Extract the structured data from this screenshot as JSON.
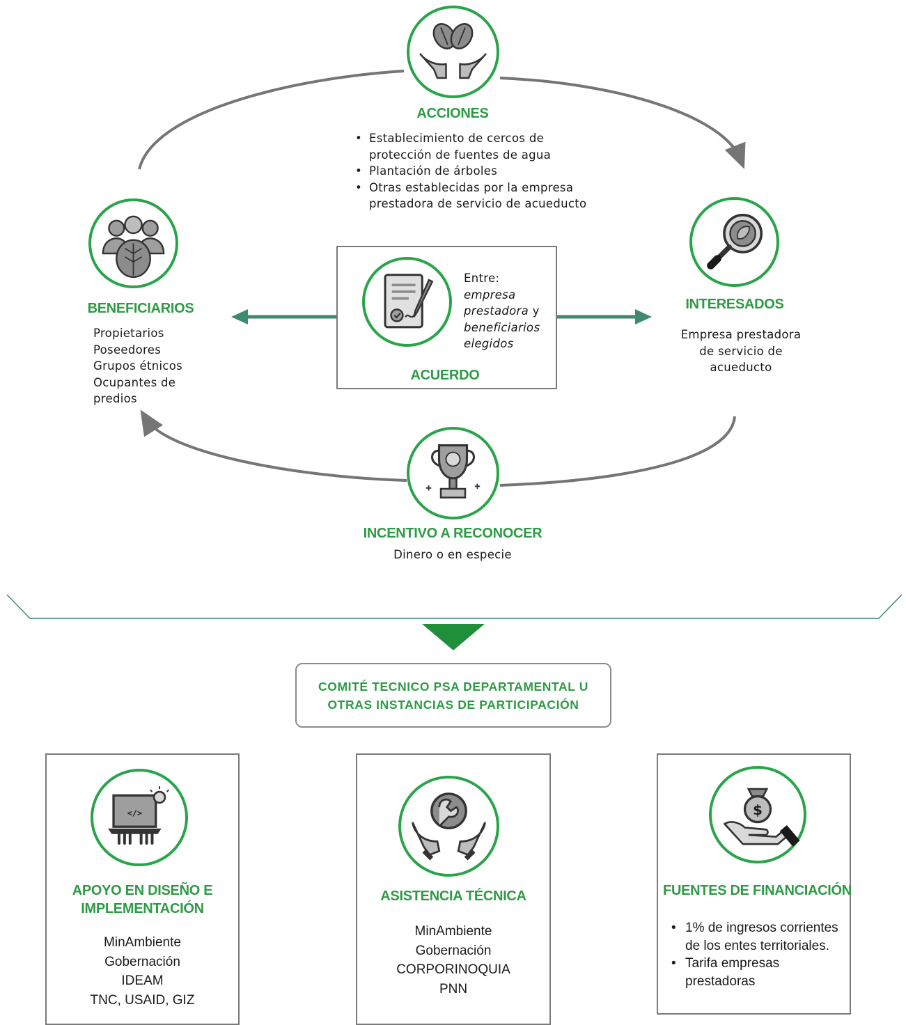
{
  "acciones": {
    "title": "ACCIONES",
    "items": [
      [
        "Establecimiento de cercos de",
        "protección de fuentes de agua"
      ],
      [
        "Plantación de árboles"
      ],
      [
        "Otras establecidas por la empresa",
        "prestadora de servicio de acueducto"
      ]
    ],
    "icon": "hands-leaves-icon"
  },
  "beneficiarios": {
    "title": "BENEFICIARIOS",
    "items": [
      "Propietarios",
      "Poseedores",
      "Grupos étnicos",
      "Ocupantes de",
      "predios"
    ],
    "icon": "people-leaf-icon"
  },
  "interesados": {
    "title": "INTERESADOS",
    "lines": [
      "Empresa prestadora",
      "de servicio de",
      "acueducto"
    ],
    "icon": "magnifier-leaf-icon"
  },
  "acuerdo": {
    "title": "ACUERDO",
    "entre": "Entre:",
    "lines": [
      {
        "text": "empresa",
        "italic": true
      },
      {
        "text": "prestadora",
        "italic": true,
        "suffix": " y"
      },
      {
        "text": "beneficiarios",
        "italic": true
      },
      {
        "text": "elegidos",
        "italic": true
      }
    ],
    "icon": "contract-pen-icon"
  },
  "incentivo": {
    "title": "INCENTIVO A RECONOCER",
    "subtitle": "Dinero o en especie",
    "icon": "trophy-icon"
  },
  "committee": {
    "lines": [
      "COMITÉ TECNICO PSA DEPARTAMENTAL U",
      "OTRAS INSTANCIAS DE PARTICIPACIÓN"
    ]
  },
  "apoyo": {
    "title_lines": [
      "APOYO EN DISEÑO E",
      "IMPLEMENTACIÓN"
    ],
    "items": [
      "MinAmbiente",
      "Gobernación",
      "IDEAM",
      "TNC, USAID, GIZ"
    ],
    "icon": "laptop-code-icon"
  },
  "asistencia": {
    "title": "ASISTENCIA TÉCNICA",
    "items": [
      "MinAmbiente",
      "Gobernación",
      "CORPORINOQUIA",
      "PNN"
    ],
    "icon": "hands-wrench-icon"
  },
  "fuentes": {
    "title": "FUENTES DE FINANCIACIÓN",
    "items": [
      [
        "1% de ingresos corrientes",
        "de los entes territoriales."
      ],
      [
        "Tarifa empresas",
        "prestadoras"
      ]
    ],
    "icon": "hand-money-bag-icon"
  },
  "colors": {
    "green": "#2aa44a",
    "title_green": "#2e9a45",
    "arrow_teal": "#3f8a6f",
    "cycle_gray": "#757575",
    "icon_gray": "#8c8c8c",
    "icon_dark": "#333333"
  }
}
